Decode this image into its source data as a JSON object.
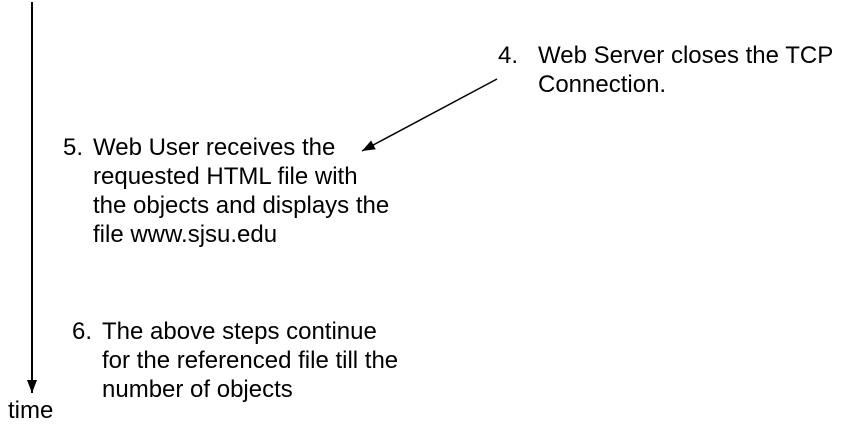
{
  "diagram": {
    "background_color": "#ffffff",
    "ink_color": "#000000",
    "time_axis": {
      "label": "time",
      "arrow_icon": "down-arrowhead"
    },
    "connector": {
      "name": "arrow from step 4 text to step 5 text",
      "arrow_icon": "left-down-arrowhead"
    },
    "steps": [
      {
        "number": "4.",
        "text": "Web Server closes the TCP\nConnection."
      },
      {
        "number": "5.",
        "text": "Web User receives the\nrequested HTML file with\nthe objects and displays the\nfile www.sjsu.edu"
      },
      {
        "number": "6.",
        "text": "The above steps continue\nfor the referenced file till the\nnumber of objects"
      }
    ]
  }
}
